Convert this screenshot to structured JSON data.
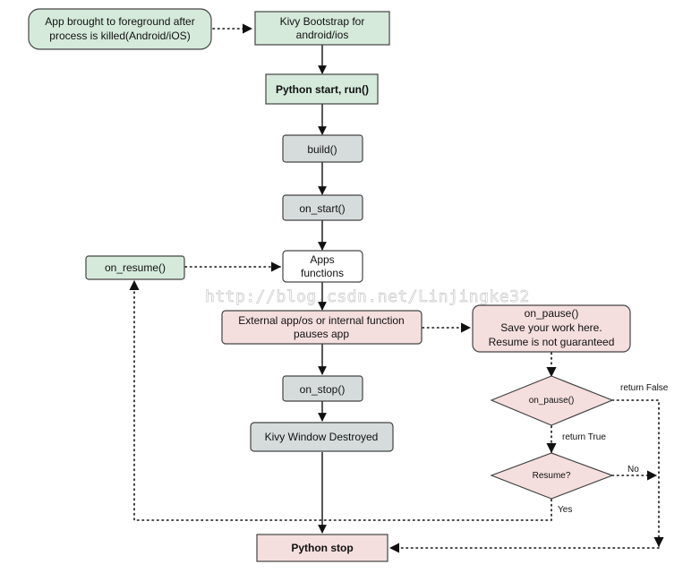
{
  "diagram": {
    "colors": {
      "green": "#d5eadb",
      "gray": "#d6dcdc",
      "white": "#ffffff",
      "pink": "#f5dede",
      "stroke": "#444444",
      "arrow": "#111111"
    },
    "nodes": {
      "foreground": {
        "lines": [
          "App brought to foreground after",
          "process is killed(Android/iOS)"
        ]
      },
      "bootstrap": {
        "lines": [
          "Kivy Bootstrap for",
          "android/ios"
        ]
      },
      "python_start": {
        "lines": [
          "Python start, run()"
        ]
      },
      "build": {
        "lines": [
          "build()"
        ]
      },
      "on_start": {
        "lines": [
          "on_start()"
        ]
      },
      "apps_functions": {
        "lines": [
          "Apps",
          "functions"
        ]
      },
      "on_resume": {
        "lines": [
          "on_resume()"
        ]
      },
      "external_pause": {
        "lines": [
          "External app/os  or internal function",
          "pauses app"
        ]
      },
      "on_pause_box": {
        "lines": [
          "on_pause()",
          "Save your work here.",
          "Resume is not guaranteed"
        ]
      },
      "on_pause_decision": {
        "lines": [
          "on_pause()"
        ]
      },
      "on_stop": {
        "lines": [
          "on_stop()"
        ]
      },
      "window_destroyed": {
        "lines": [
          "Kivy Window Destroyed"
        ]
      },
      "resume_decision": {
        "lines": [
          "Resume?"
        ]
      },
      "python_stop": {
        "lines": [
          "Python stop"
        ]
      }
    },
    "edge_labels": {
      "return_false": "return False",
      "return_true": "return True",
      "no": "No",
      "yes": "Yes"
    },
    "watermark": "http://blog.csdn.net/Linjingke32"
  }
}
